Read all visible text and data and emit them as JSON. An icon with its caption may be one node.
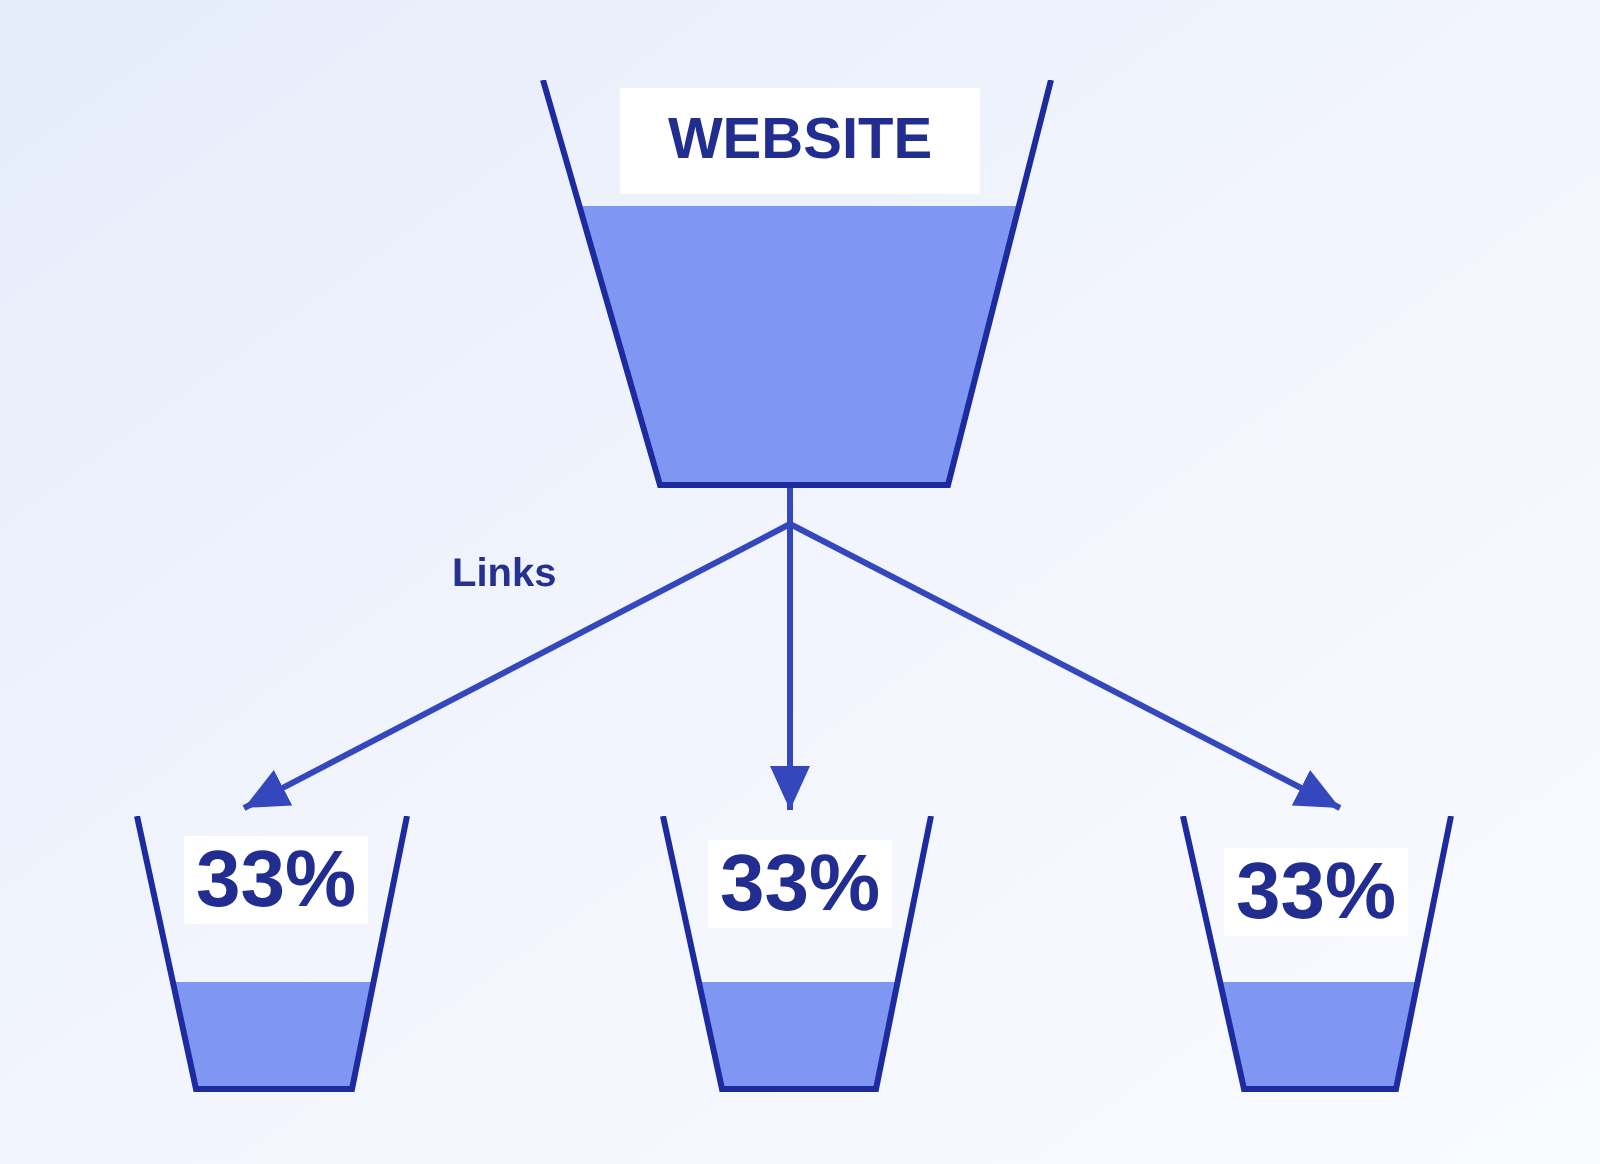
{
  "diagram": {
    "nodes": [
      {
        "text": [
          "WEBSITE"
        ]
      },
      {
        "text": [
          "33%"
        ]
      },
      {
        "text": [
          "33%"
        ]
      },
      {
        "text": [
          "33%"
        ]
      }
    ],
    "edges": [
      {
        "from": 0,
        "to": 1,
        "arrow": "to"
      },
      {
        "from": 0,
        "to": 2,
        "arrow": "to"
      },
      {
        "from": 0,
        "to": 3,
        "arrow": "to"
      }
    ],
    "labels": [
      "Links"
    ]
  }
}
